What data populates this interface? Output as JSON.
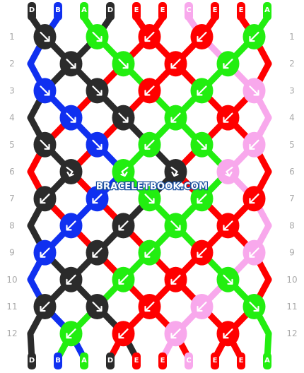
{
  "colors": {
    "D": "#2b2b2b",
    "B": "#1030f0",
    "A": "#22ee10",
    "E": "#ff0000",
    "C": "#f8a8ec"
  },
  "top_labels": [
    "D",
    "B",
    "A",
    "D",
    "E",
    "E",
    "C",
    "E",
    "E",
    "A"
  ],
  "bottom_labels": [
    "D",
    "B",
    "A",
    "D",
    "E",
    "E",
    "C",
    "E",
    "E",
    "A"
  ],
  "row_numbers": [
    "1",
    "2",
    "3",
    "4",
    "5",
    "6",
    "7",
    "8",
    "9",
    "10",
    "11",
    "12"
  ],
  "watermark": "BRACELETBOOK.COM",
  "knot_rows": [
    [
      "RR",
      "RR",
      "LL",
      "LL",
      "LL"
    ],
    [
      "RR",
      "RR",
      "LL",
      "LL"
    ],
    [
      "RR",
      "RR",
      "LL",
      "LL",
      "RR"
    ],
    [
      "RR",
      "RR",
      "LL",
      "LL"
    ],
    [
      "RR",
      "RR",
      "LL",
      "RR",
      "LL"
    ],
    [
      "RL",
      "LR",
      "RL",
      "LR"
    ],
    [
      "LL",
      "LL",
      "RR",
      "LL",
      "LL"
    ],
    [
      "LL",
      "LL",
      "RR",
      "LL"
    ],
    [
      "LL",
      "LL",
      "LL",
      "LL",
      "LL"
    ],
    [
      "LL",
      "LL",
      "LL",
      "RR"
    ],
    [
      "LL",
      "RR",
      "LL",
      "LL",
      "RR"
    ],
    [
      "LL",
      "LL",
      "LL",
      "LL"
    ]
  ]
}
